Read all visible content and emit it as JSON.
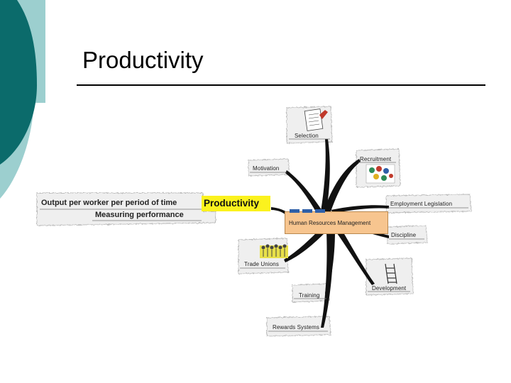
{
  "slide": {
    "title": "Productivity",
    "colors": {
      "teal_dark": "#0b6b6b",
      "teal_light": "#9ccfcf",
      "highlight_yellow": "#fbf21e",
      "center_orange": "#f7c58f",
      "branch_black": "#111111"
    }
  },
  "mindmap": {
    "center": {
      "label": "Human Resources Management"
    },
    "branches": [
      {
        "label": "Selection",
        "icon": "checklist-icon"
      },
      {
        "label": "Recruitment",
        "icon": "people-group-icon"
      },
      {
        "label": "Motivation"
      },
      {
        "label": "Employment Legislation"
      },
      {
        "label": "Discipline"
      },
      {
        "label": "Trade Unions",
        "icon": "crowd-icon"
      },
      {
        "label": "Development",
        "icon": "ladder-icon"
      },
      {
        "label": "Training"
      },
      {
        "label": "Rewards Systems"
      }
    ],
    "productivity": {
      "label": "Productivity",
      "subtopics": [
        {
          "label": "Output per worker per period of time"
        },
        {
          "label": "Measuring performance"
        }
      ]
    }
  }
}
